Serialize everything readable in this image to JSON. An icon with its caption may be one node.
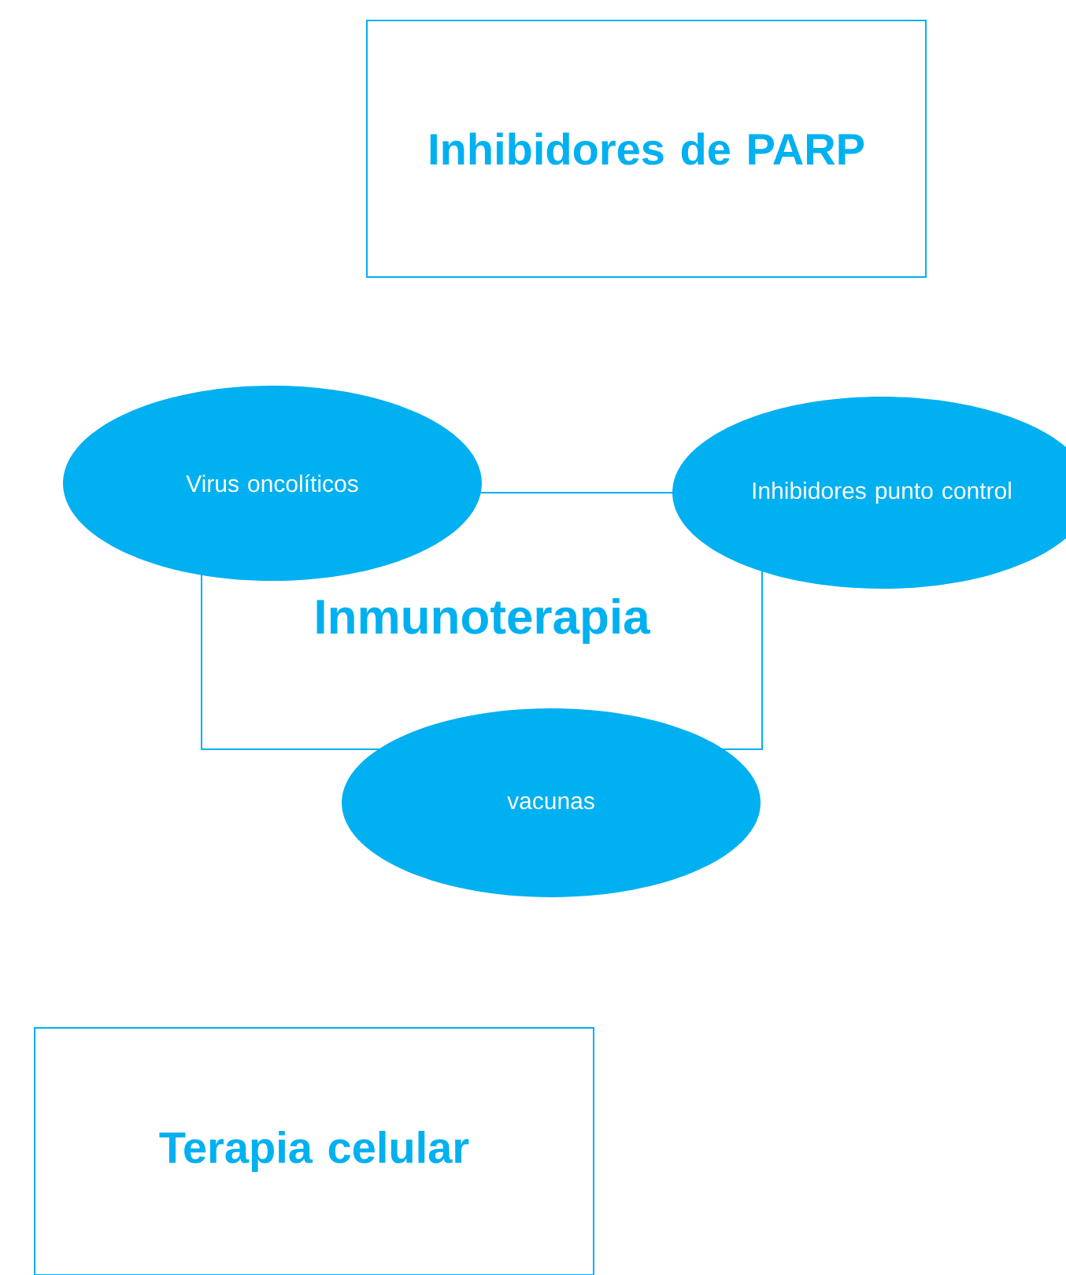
{
  "diagram": {
    "nodes": [
      {
        "text": [
          "Inhibidores de PARP"
        ]
      },
      {
        "text": [
          "Virus oncolíticos"
        ]
      },
      {
        "text": [
          "Inhibidores punto control"
        ]
      },
      {
        "text": [
          "Inmunoterapia"
        ]
      },
      {
        "text": [
          "vacunas"
        ]
      },
      {
        "text": [
          "Terapia celular"
        ]
      }
    ]
  }
}
